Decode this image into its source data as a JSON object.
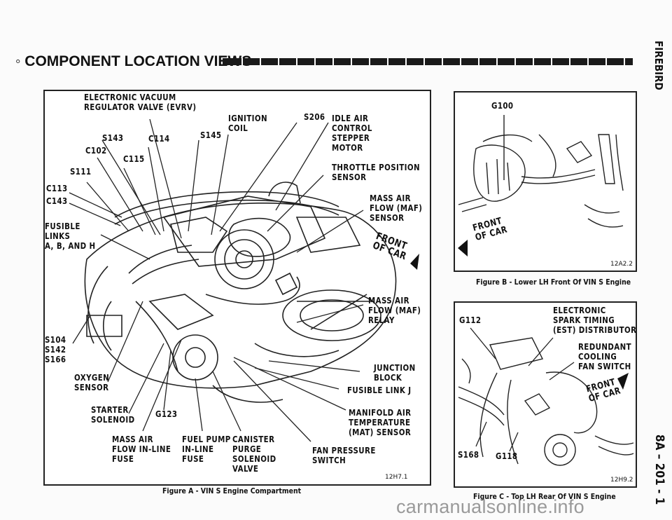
{
  "header": {
    "title": "COMPONENT LOCATION VIEWS",
    "bullet": "◦"
  },
  "side": {
    "top_text": "FIREBIRD",
    "bottom_text": "8A – 201 - 1"
  },
  "figure_a": {
    "caption": "Figure A - VIN S Engine Compartment",
    "code": "12H7.1",
    "labels": {
      "evrv": "ELECTRONIC VACUUM\nREGULATOR VALVE (EVRV)",
      "ignition_coil": "IGNITION\nCOIL",
      "s206": "S206",
      "idle_air": "IDLE AIR\nCONTROL\nSTEPPER\nMOTOR",
      "s143": "S143",
      "c114": "C114",
      "s145": "S145",
      "c102": "C102",
      "c115": "C115",
      "s111": "S111",
      "tps": "THROTTLE POSITION\nSENSOR",
      "c113": "C113",
      "c143": "C143",
      "maf_sensor": "MASS AIR\nFLOW (MAF)\nSENSOR",
      "fusible_links": "FUSIBLE\nLINKS\nA, B, AND H",
      "front_of_car": "FRONT\nOF CAR",
      "maf_relay": "MASS AIR\nFLOW (MAF)\nRELAY",
      "s104": "S104\nS142\nS166",
      "junction_block": "JUNCTION\nBLOCK",
      "oxygen_sensor": "OXYGEN\nSENSOR",
      "fusible_link_j": "FUSIBLE LINK J",
      "starter_solenoid": "STARTER\nSOLENOID",
      "g123": "G123",
      "mat_sensor": "MANIFOLD AIR\nTEMPERATURE\n(MAT) SENSOR",
      "maf_fuse": "MASS AIR\nFLOW IN-LINE\nFUSE",
      "fuel_pump_fuse": "FUEL PUMP\nIN-LINE\nFUSE",
      "canister_valve": "CANISTER\nPURGE\nSOLENOID\nVALVE",
      "fan_pressure": "FAN PRESSURE\nSWITCH"
    }
  },
  "figure_b": {
    "caption": "Figure B - Lower LH Front Of VIN S Engine",
    "code": "12A2.2",
    "labels": {
      "g100": "G100",
      "front_of_car": "FRONT\nOF CAR"
    }
  },
  "figure_c": {
    "caption": "Figure C - Top LH Rear Of VIN S Engine",
    "code": "12H9.2",
    "labels": {
      "g112": "G112",
      "est": "ELECTRONIC\nSPARK TIMING\n(EST) DISTRIBUTOR",
      "fan_switch": "REDUNDANT\nCOOLING\nFAN SWITCH",
      "front_of_car": "FRONT\nOF CAR",
      "s168": "S168",
      "g118": "G118"
    }
  },
  "watermark": "carmanualsonline.info"
}
